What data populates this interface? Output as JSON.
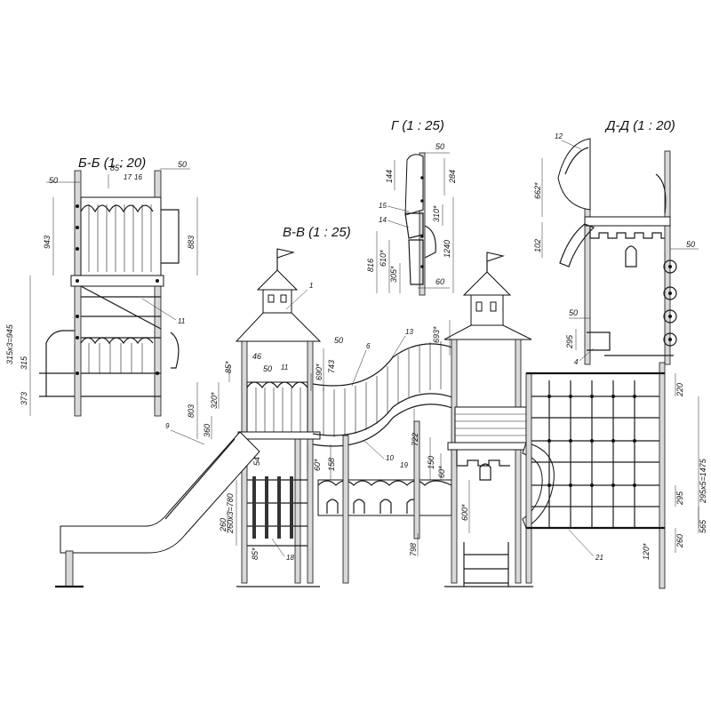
{
  "views": {
    "bb": "Б-Б (1 : 20)",
    "vv": "В-В (1 : 25)",
    "g": "Г (1 : 25)",
    "dd": "Д-Д (1 : 20)"
  },
  "dimensions": {
    "bb_50_top": "50",
    "bb_50_left": "50",
    "bb_85": "85*",
    "bb_943": "943",
    "bb_883": "883",
    "bb_315x3": "315x3=945",
    "bb_315": "315",
    "bb_373": "373",
    "g_50": "50",
    "g_144": "144",
    "g_284": "284",
    "g_310": "310*",
    "g_1240": "1240",
    "g_816": "816",
    "g_610": "610*",
    "g_305": "305*",
    "g_60": "60",
    "dd_662": "662*",
    "dd_102": "102",
    "dd_50_right": "50",
    "dd_50_left": "50",
    "dd_295": "295",
    "vv_50": "50",
    "vv_743": "743",
    "vv_690": "690*",
    "vv_693": "693*",
    "vv_85": "85*",
    "vv_46": "46",
    "vv_50b": "50",
    "vv_320": "320*",
    "vv_803": "803",
    "vv_360": "360",
    "vv_54": "54",
    "vv_60a": "60*",
    "vv_158": "158",
    "vv_722": "722",
    "vv_150": "150",
    "vv_60b": "60*",
    "vv_260x3": "260x3=780",
    "vv_260": "260",
    "vv_85b": "85*",
    "vv_600": "600*",
    "vv_798": "798",
    "vv_220": "220",
    "vv_295x5": "295x5=1475",
    "vv_295": "295",
    "vv_565": "565",
    "vv_260b": "260",
    "vv_120": "120*"
  },
  "refs": {
    "r1": "1",
    "r4": "4",
    "r6": "6",
    "r9": "9",
    "r10": "10",
    "r11a": "11",
    "r11b": "11",
    "r12": "12",
    "r13": "13",
    "r14": "14",
    "r15": "15",
    "r16": "16",
    "r17": "17",
    "r18": "18",
    "r19": "19",
    "r21": "21"
  }
}
